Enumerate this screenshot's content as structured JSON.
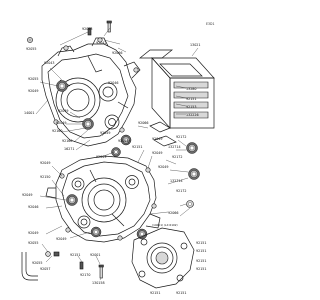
{
  "diagram": {
    "ref_code": "E3D1",
    "inset_caption": "(14001) (LX 6102)",
    "labels": {
      "l92055": "92055",
      "l92043": "92043",
      "l92042": "92042",
      "l92066": "92066",
      "l13021": "13021",
      "l92043b": "92043",
      "l92055b": "92055",
      "l92049": "92049",
      "l92046": "92046",
      "l92049b": "92049",
      "l92049c": "92049",
      "l14001": "14001",
      "l13280": "13280",
      "l92151": "92151",
      "l92153": "92153",
      "l92049d": "92049",
      "l92066b": "92066",
      "l132226": "132226",
      "l92160": "92160",
      "l92160b": "92160",
      "l16271": "16271",
      "l92049e": "92049",
      "l92049f": "92049",
      "l92151b": "92151",
      "l92049g": "92049",
      "l92049h": "92049",
      "l92049i": "92049",
      "l92172": "92172",
      "l132714": "132714",
      "l92172b": "92172",
      "l132714b": "132714",
      "l92172c": "92172",
      "l92049j": "92049",
      "l92150": "92150",
      "l92049k": "92049",
      "l92046b": "92046",
      "l92049l": "92049",
      "l92049m": "92049",
      "l92055c": "92055",
      "l92055d": "92055",
      "l92057": "92057",
      "l92151c": "92151",
      "l92001": "92001",
      "l92170": "92170",
      "l130158": "130158",
      "l92066c": "92066",
      "l92151d": "92151",
      "l92151e": "92151",
      "l92151f": "92151",
      "l92151g": "92151",
      "l92151h": "92151",
      "l92151i": "92151"
    }
  }
}
